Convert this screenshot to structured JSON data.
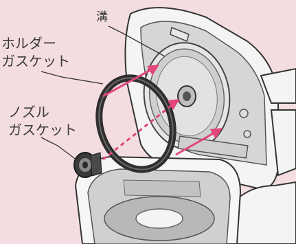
{
  "labels": {
    "groove": "溝",
    "holder_gasket": [
      "ホルダー",
      "ガスケット"
    ],
    "nozzle_gasket": [
      "ノズル",
      "ガスケット"
    ]
  },
  "colors": {
    "background": "#f3dde0",
    "arrow": "#e2467a",
    "gasket": "#2e2e2e",
    "body": "#f4f4f4",
    "outline": "#333333"
  }
}
